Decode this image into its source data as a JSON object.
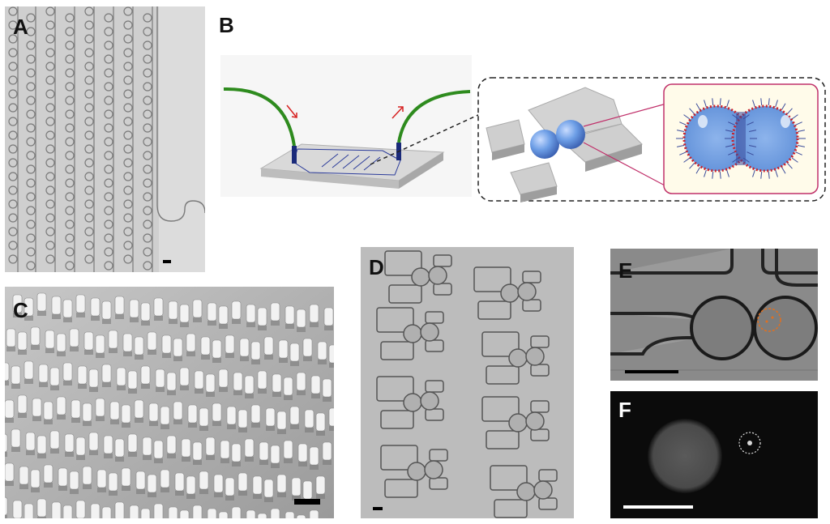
{
  "figure": {
    "panels": [
      {
        "id": "A",
        "label": "A"
      },
      {
        "id": "B",
        "label": "B"
      },
      {
        "id": "C",
        "label": "C"
      },
      {
        "id": "D",
        "label": "D"
      },
      {
        "id": "E",
        "label": "E"
      },
      {
        "id": "F",
        "label": "F"
      }
    ]
  },
  "colors": {
    "tubing": "#2e8b1e",
    "flow_arrow": "#d62020",
    "droplet": "#6d9ee6",
    "lipid_head": "#c8202a",
    "lipid_tail": "#3a4b9a",
    "inset_border": "#c0306a",
    "chip_outline": "#2a3a9a",
    "highlight_circle": "#e07020"
  }
}
